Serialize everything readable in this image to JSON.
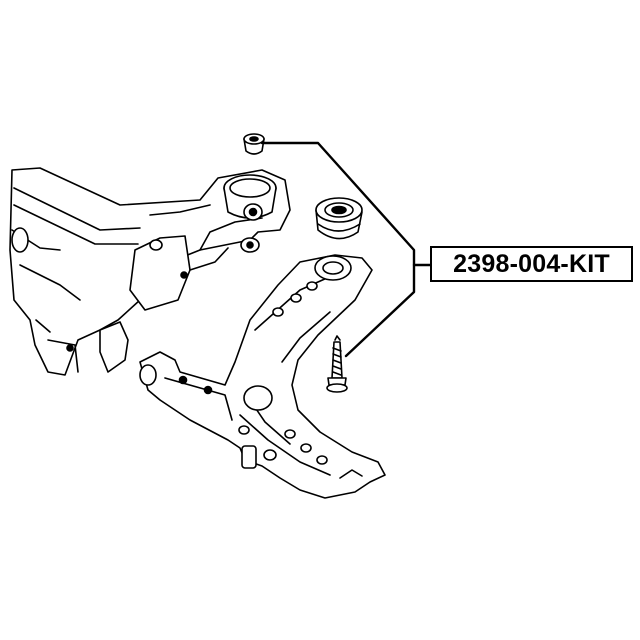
{
  "callout": {
    "part_number": "2398-004-KIT"
  },
  "drawing": {
    "style": "black line-art exploded view",
    "components": [
      "subframe",
      "control-arm",
      "bushing",
      "nut",
      "bolt"
    ]
  },
  "colors": {
    "line": "#000000",
    "background": "#ffffff"
  }
}
